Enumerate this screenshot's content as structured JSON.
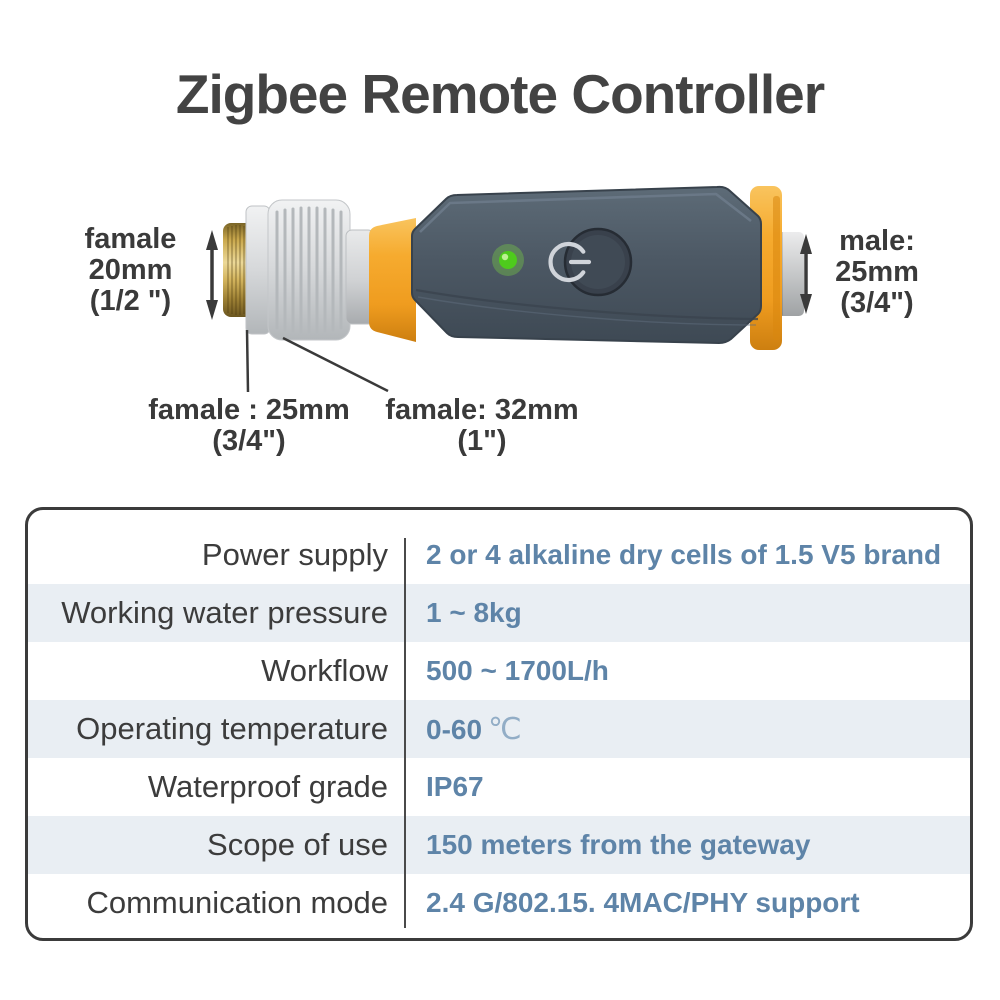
{
  "title": "Zigbee Remote Controller",
  "hero": {
    "left_label": {
      "line1": "famale",
      "line2": "20mm",
      "line3": "(1/2 \")"
    },
    "right_label": {
      "line1": "male:",
      "line2": "25mm",
      "line3": "(3/4\")"
    },
    "bottom_label_left": {
      "line1": "famale : 25mm",
      "line2": "(3/4\")"
    },
    "bottom_label_right": {
      "line1": "famale: 32mm",
      "line2": "(1\")"
    },
    "icons": {
      "power_button": "power-icon",
      "status_led": "led-indicator"
    }
  },
  "colors": {
    "title_text": "#434343",
    "label_text": "#3a3a3a",
    "value_blue": "#5e84a8",
    "unit_blue": "#92adc6",
    "row_alt_bg": "#e9eef3",
    "table_border": "#3b3b3b",
    "device_body_gray": "#4d5965",
    "accent_orange": "#f3a72c",
    "connector_gray": "#d6d8da",
    "brass_gold": "#c9a94f",
    "led_green": "#4ecb1c"
  },
  "table": {
    "rows": [
      {
        "label": "Power supply",
        "value": "2 or 4 alkaline dry cells of 1.5 V5 brand"
      },
      {
        "label": "Working water pressure",
        "value": "1 ~ 8kg"
      },
      {
        "label": "Workflow",
        "value": "500 ~ 1700L/h"
      },
      {
        "label": "Operating temperature",
        "value": "0-60",
        "value_suffix": "℃"
      },
      {
        "label": "Waterproof grade",
        "value": "IP67"
      },
      {
        "label": "Scope of use",
        "value": "150 meters from the gateway"
      },
      {
        "label": "Communication mode",
        "value": "2.4 G/802.15. 4MAC/PHY support"
      }
    ]
  }
}
